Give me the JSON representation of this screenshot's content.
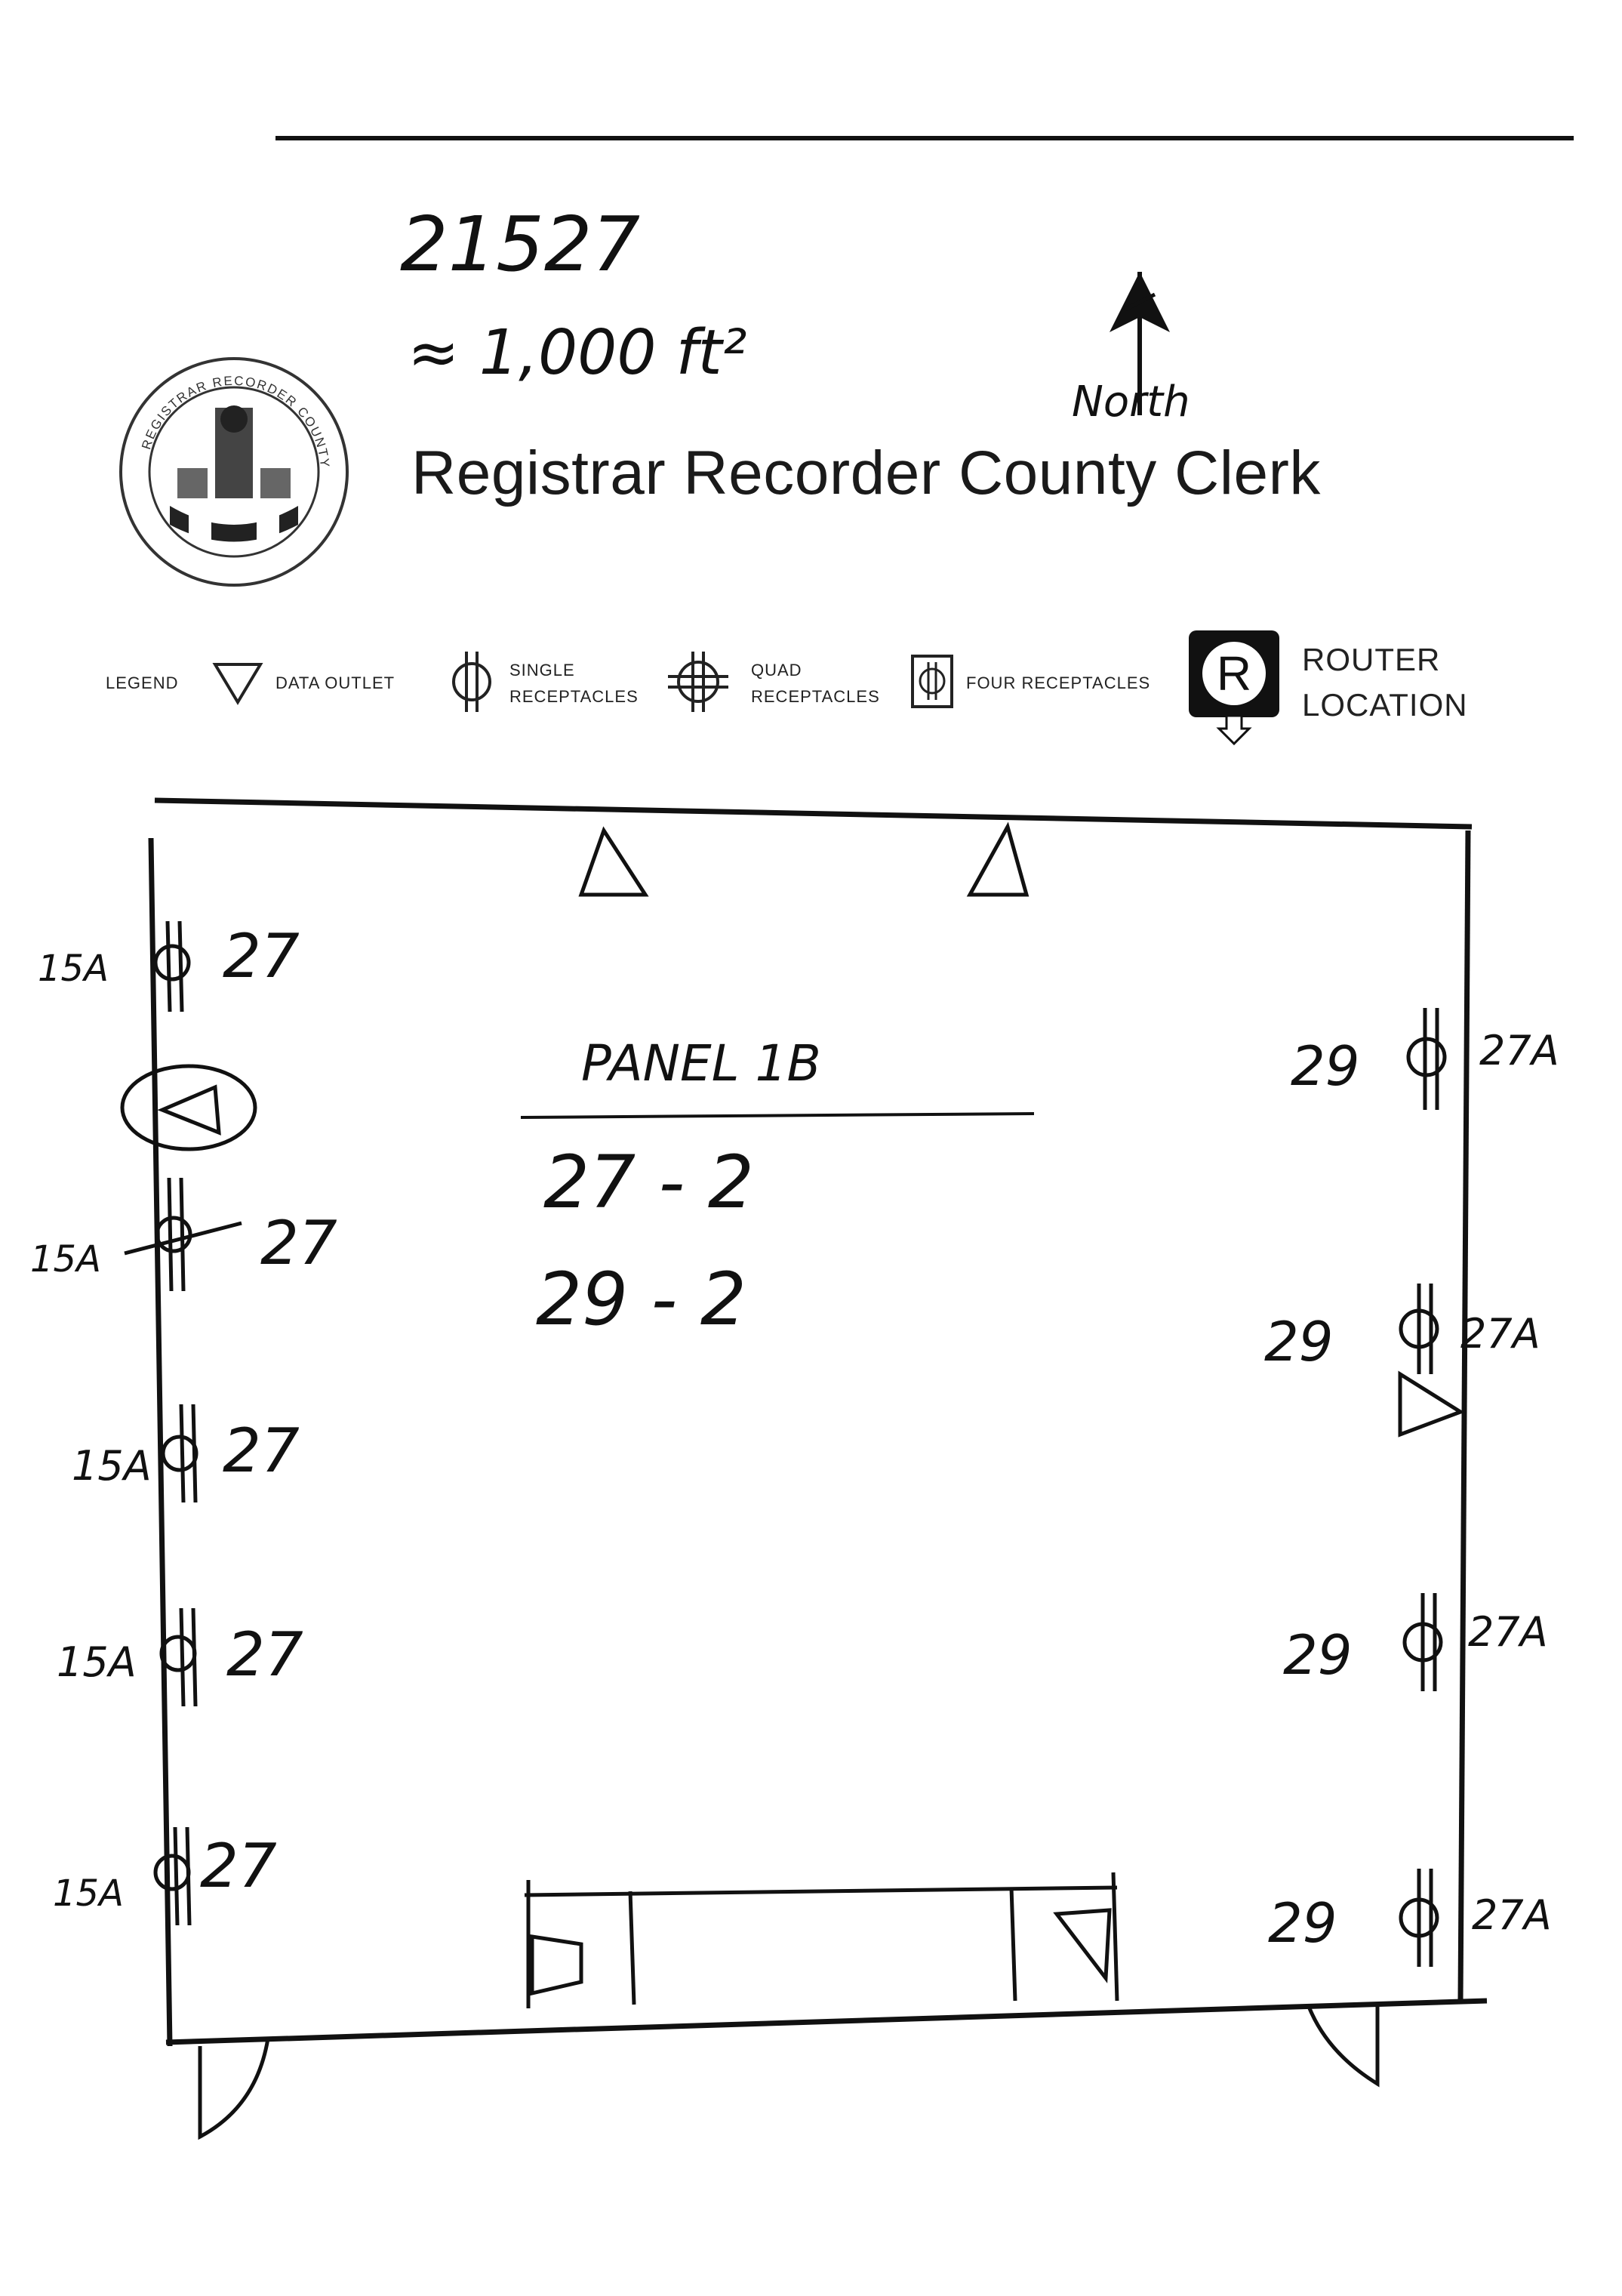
{
  "header": {
    "job_number": "21527",
    "area": "≈ 1,000 ft²",
    "north_label": "North",
    "agency_title": "Registrar Recorder County Clerk",
    "seal_text": "REGISTRAR RECORDER COUNTY CLERK"
  },
  "legend": {
    "label": "LEGEND",
    "items": [
      {
        "icon": "data-outlet-icon",
        "line1": "DATA OUTLET",
        "line2": ""
      },
      {
        "icon": "single-receptacle-icon",
        "line1": "SINGLE",
        "line2": "RECEPTACLES"
      },
      {
        "icon": "quad-receptacle-icon",
        "line1": "QUAD",
        "line2": "RECEPTACLES"
      },
      {
        "icon": "four-receptacle-icon",
        "line1": "FOUR RECEPTACLES",
        "line2": ""
      }
    ],
    "router": {
      "symbol": "R",
      "line1": "ROUTER",
      "line2": "LOCATION"
    }
  },
  "panel": {
    "label": "PANEL 1B",
    "circuits": [
      "27 - 2",
      "29 - 2"
    ]
  },
  "west_wall": [
    {
      "amp": "15A",
      "circuit": "27"
    },
    {
      "amp": "15A",
      "circuit": "27"
    },
    {
      "amp": "15A",
      "circuit": "27"
    },
    {
      "amp": "15A",
      "circuit": "27"
    },
    {
      "amp": "15A",
      "circuit": "27"
    }
  ],
  "east_wall": [
    {
      "circuit": "29",
      "amp": "27A"
    },
    {
      "circuit": "29",
      "amp": "27A"
    },
    {
      "circuit": "29",
      "amp": "27A"
    },
    {
      "circuit": "29",
      "amp": "27A"
    }
  ]
}
